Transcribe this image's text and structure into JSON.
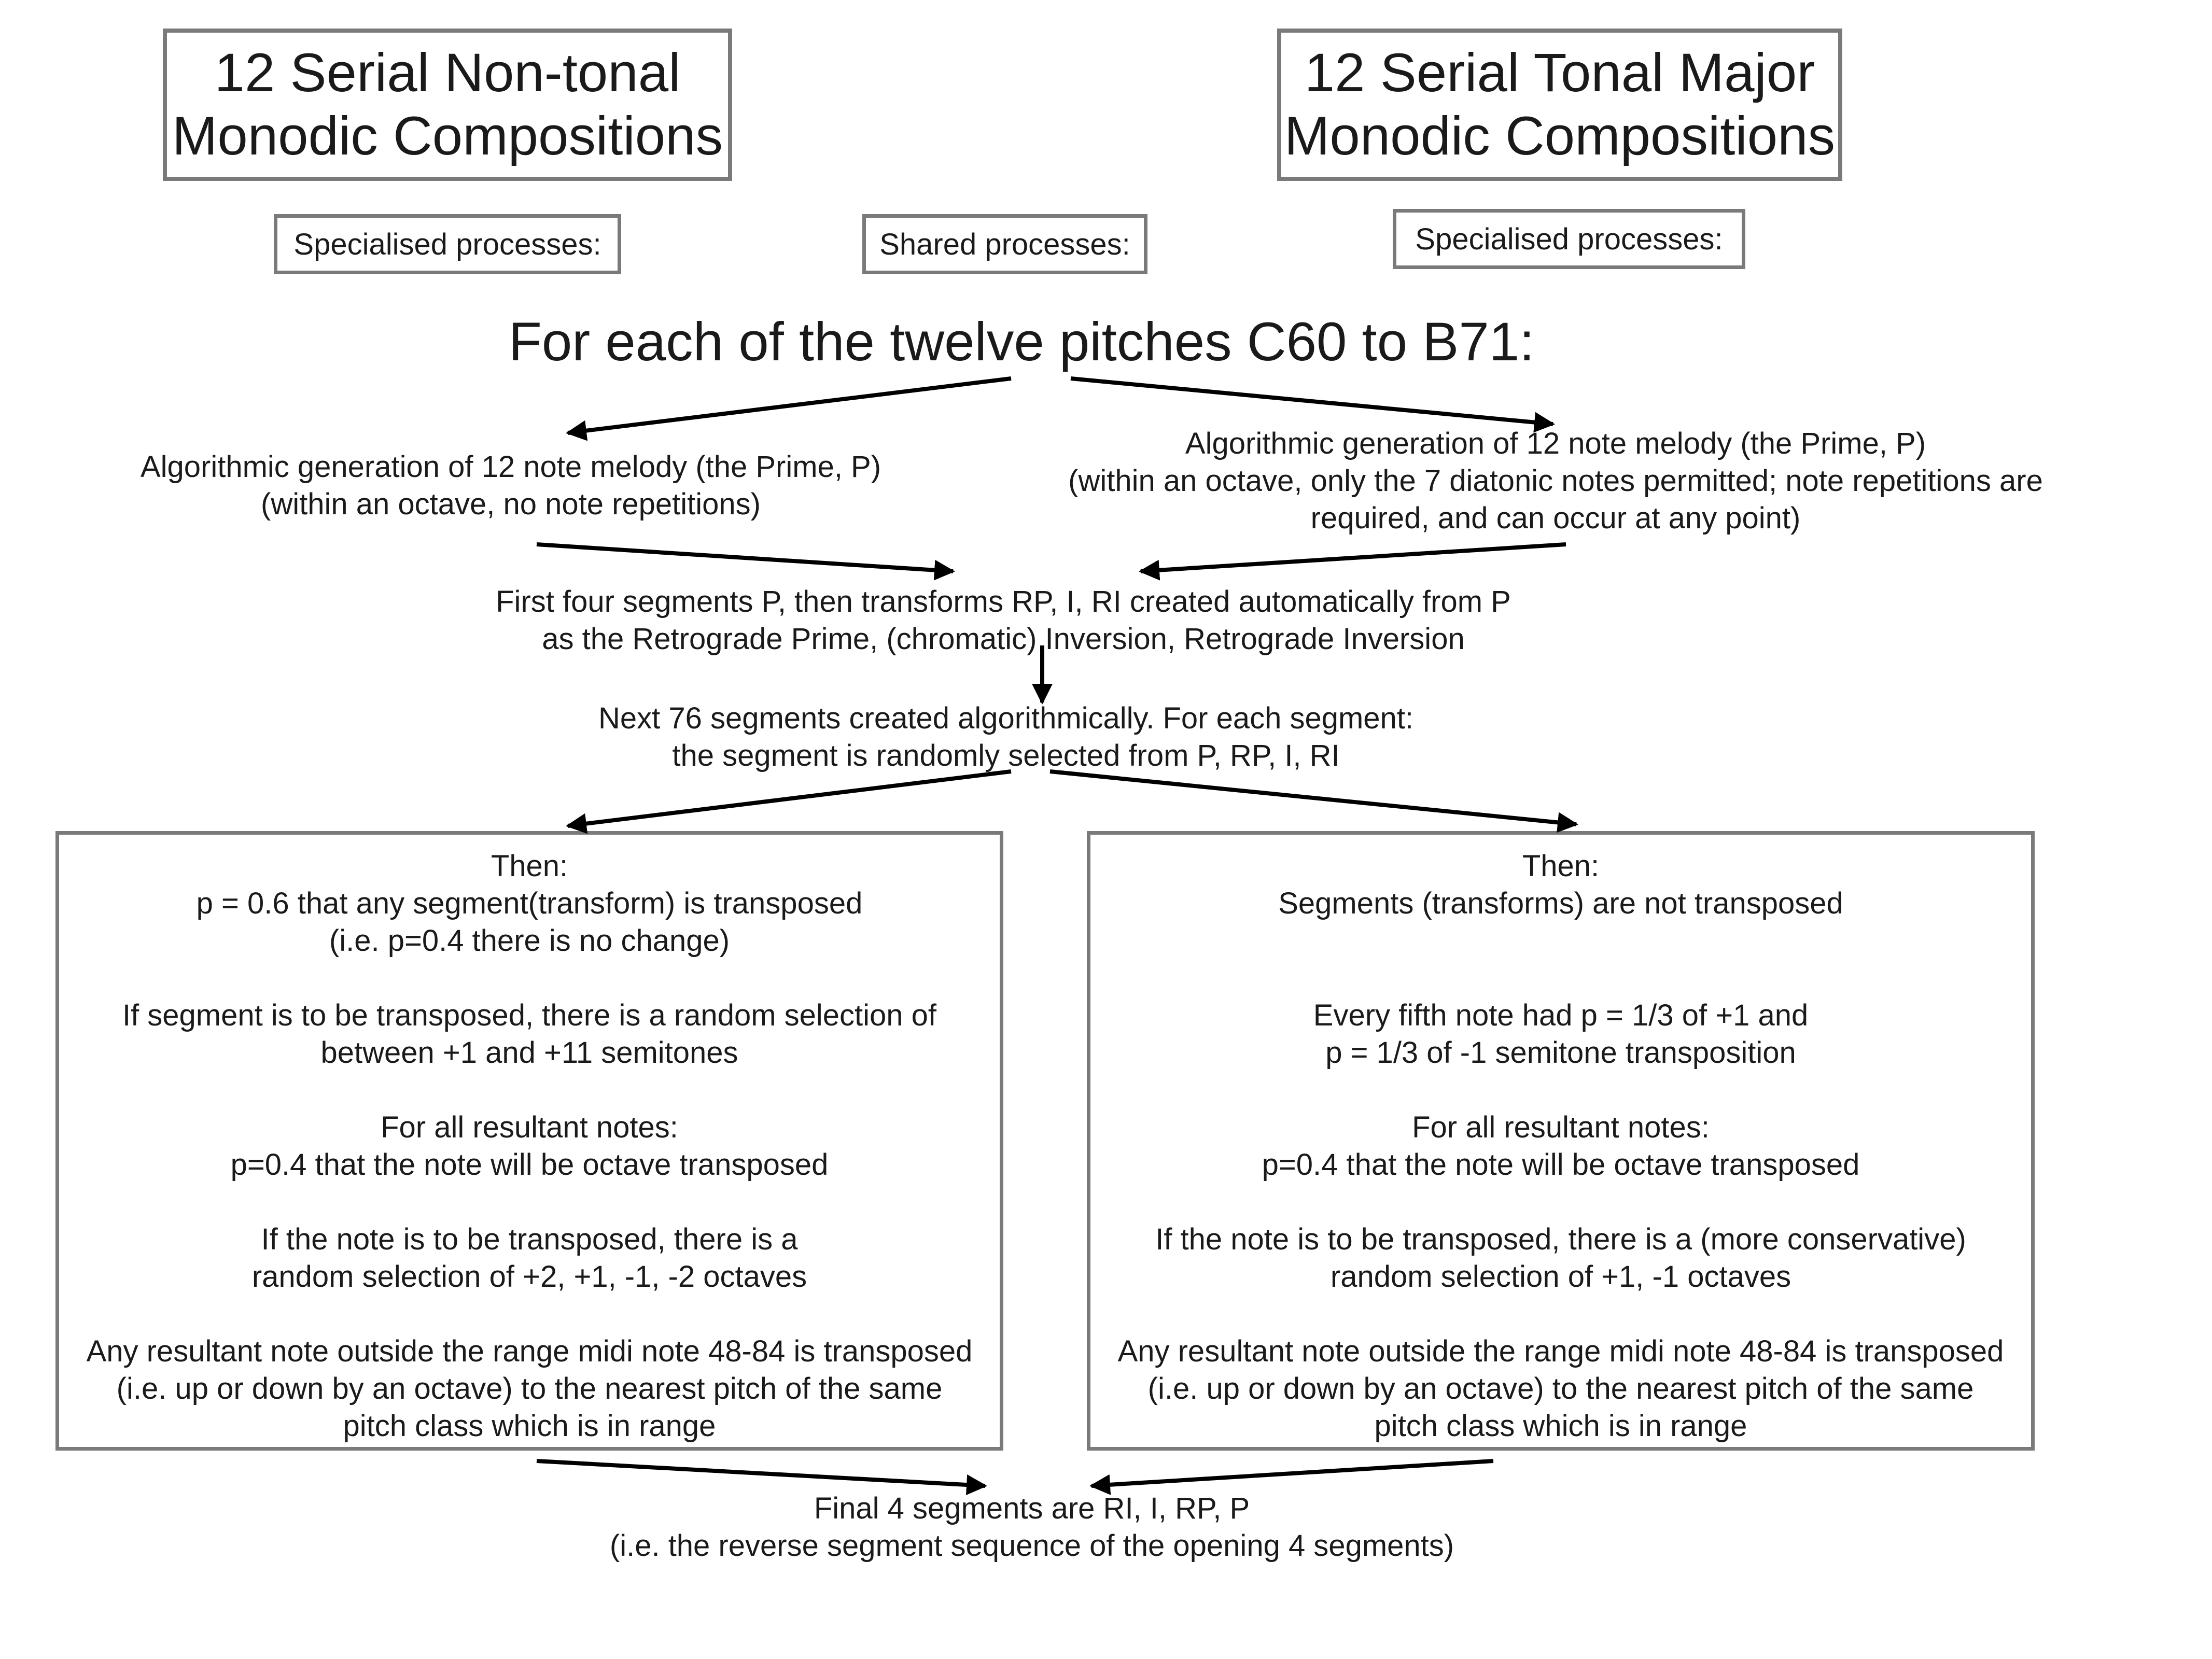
{
  "headers": {
    "left_title": [
      "12 Serial Non-tonal",
      "Monodic Compositions"
    ],
    "right_title": [
      "12 Serial Tonal Major",
      "Monodic Compositions"
    ]
  },
  "labels": {
    "left_specialised": "Specialised processes:",
    "shared": "Shared processes:",
    "right_specialised": "Specialised processes:"
  },
  "main_heading": "For each of the twelve pitches C60 to B71:",
  "prime_left": [
    "Algorithmic generation of 12 note melody (the Prime, P)",
    "(within an octave, no note repetitions)"
  ],
  "prime_right": [
    "Algorithmic generation of 12 note melody (the Prime, P)",
    "(within an octave, only the 7 diatonic notes permitted; note repetitions are",
    "required, and can occur at any point)"
  ],
  "first_four": [
    "First four segments P,  then transforms RP, I, RI created automatically from P",
    "as the Retrograde Prime, (chromatic) Inversion, Retrograde Inversion"
  ],
  "next_76": [
    "Next 76 segments created algorithmically. For each segment:",
    "the segment is randomly selected from P, RP, I, RI"
  ],
  "left_panel": [
    "Then:",
    "p = 0.6 that any segment(transform) is transposed",
    "(i.e. p=0.4 there is no change)",
    "",
    "If segment is to be transposed, there is a random selection of",
    "between +1 and +11 semitones",
    "",
    "For all resultant notes:",
    "p=0.4 that the note will be octave transposed",
    "",
    "If the note is to be transposed, there is a",
    "random selection of +2, +1, -1, -2 octaves",
    "",
    "Any resultant note outside the range midi note 48-84 is transposed",
    "(i.e. up or down by an octave) to the nearest pitch of the same",
    "pitch class which is in range"
  ],
  "right_panel": [
    "Then:",
    "Segments (transforms) are not transposed",
    "",
    "",
    "Every fifth note had p = 1/3 of +1 and",
    "p = 1/3 of -1 semitone transposition",
    "",
    "For all resultant notes:",
    "p=0.4 that the note will be octave transposed",
    "",
    "If the note is to be transposed, there is a (more conservative)",
    "random selection of +1, -1 octaves",
    "",
    "Any resultant note outside the range midi note 48-84 is transposed",
    "(i.e. up or down by an octave) to the nearest pitch of the same",
    "pitch class which is in range"
  ],
  "final": [
    "Final 4 segments are RI, I, RP, P",
    "(i.e. the reverse segment sequence of the opening 4 segments)"
  ],
  "colors": {
    "border": "#7a7a7a",
    "text": "#1a1a1a",
    "arrow": "#000000"
  }
}
